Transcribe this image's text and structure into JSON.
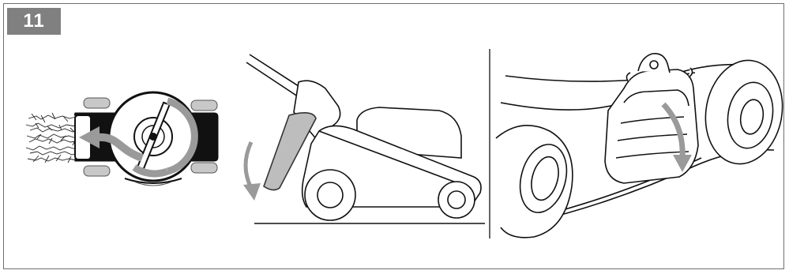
{
  "figure": {
    "number": "11"
  },
  "panels": [
    {
      "name": "mulching-top-view",
      "arrow_color": "#9a9a9a"
    },
    {
      "name": "side-view-flap",
      "arrow_color": "#9a9a9a"
    },
    {
      "name": "rear-flap-closing",
      "arrow_color": "#9a9a9a"
    }
  ]
}
